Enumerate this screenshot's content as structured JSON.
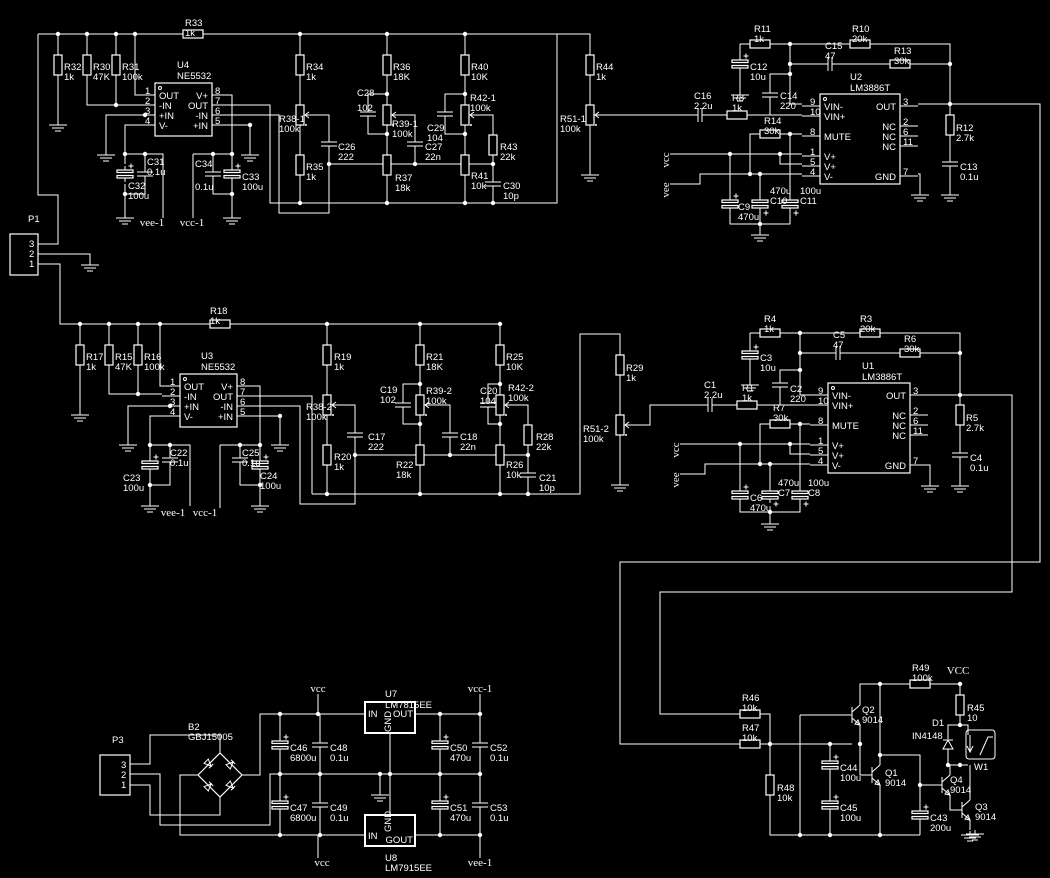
{
  "parts": [
    {
      "ref": "R33",
      "value": "1k"
    },
    {
      "ref": "R32",
      "value": "1k"
    },
    {
      "ref": "R30",
      "value": "47K"
    },
    {
      "ref": "R31",
      "value": "100k"
    },
    {
      "ref": "R34",
      "value": "1k"
    },
    {
      "ref": "R36",
      "value": "18K"
    },
    {
      "ref": "R40",
      "value": "10K"
    },
    {
      "ref": "R38-1",
      "value": "100k"
    },
    {
      "ref": "C26",
      "value": "222"
    },
    {
      "ref": "R35",
      "value": "1k"
    },
    {
      "ref": "C28",
      "value": "102"
    },
    {
      "ref": "R39-1",
      "value": "100k"
    },
    {
      "ref": "C27",
      "value": "22n"
    },
    {
      "ref": "R37",
      "value": "18k"
    },
    {
      "ref": "C29",
      "value": "104"
    },
    {
      "ref": "R42-1",
      "value": "100k"
    },
    {
      "ref": "R43",
      "value": "22k"
    },
    {
      "ref": "R41",
      "value": "10k"
    },
    {
      "ref": "C30",
      "value": "10p"
    },
    {
      "ref": "C31",
      "value": "0.1u"
    },
    {
      "ref": "C32",
      "value": "100u"
    },
    {
      "ref": "C34",
      "value": "0.1u"
    },
    {
      "ref": "C33",
      "value": "100u"
    },
    {
      "ref": "R44",
      "value": "1k"
    },
    {
      "ref": "R51-1",
      "value": "100k"
    },
    {
      "ref": "C16",
      "value": "2.2u"
    },
    {
      "ref": "R8",
      "value": "1k"
    },
    {
      "ref": "R11",
      "value": "1k"
    },
    {
      "ref": "C12",
      "value": "10u"
    },
    {
      "ref": "R10",
      "value": "20k"
    },
    {
      "ref": "C15",
      "value": "47"
    },
    {
      "ref": "R13",
      "value": "30k"
    },
    {
      "ref": "C14",
      "value": "220"
    },
    {
      "ref": "R14",
      "value": "30k"
    },
    {
      "ref": "C9",
      "value": "470u"
    },
    {
      "ref": "C10",
      "value": "470u"
    },
    {
      "ref": "C11",
      "value": "100u"
    },
    {
      "ref": "R12",
      "value": "2.7k"
    },
    {
      "ref": "C13",
      "value": "0.1u"
    },
    {
      "ref": "R18",
      "value": "1k"
    },
    {
      "ref": "R17",
      "value": "1k"
    },
    {
      "ref": "R15",
      "value": "47K"
    },
    {
      "ref": "R16",
      "value": "100k"
    },
    {
      "ref": "R19",
      "value": "1k"
    },
    {
      "ref": "R21",
      "value": "18K"
    },
    {
      "ref": "R25",
      "value": "10K"
    },
    {
      "ref": "R38-2",
      "value": "100k"
    },
    {
      "ref": "C17",
      "value": "222"
    },
    {
      "ref": "R20",
      "value": "1k"
    },
    {
      "ref": "C19",
      "value": "102"
    },
    {
      "ref": "R39-2",
      "value": "100k"
    },
    {
      "ref": "C18",
      "value": "22n"
    },
    {
      "ref": "R22",
      "value": "18k"
    },
    {
      "ref": "C20",
      "value": "104"
    },
    {
      "ref": "R42-2",
      "value": "100k"
    },
    {
      "ref": "R28",
      "value": "22k"
    },
    {
      "ref": "R26",
      "value": "10k"
    },
    {
      "ref": "C21",
      "value": "10p"
    },
    {
      "ref": "C22",
      "value": "0.1u"
    },
    {
      "ref": "C23",
      "value": "100u"
    },
    {
      "ref": "C25",
      "value": "0.1u"
    },
    {
      "ref": "C24",
      "value": "100u"
    },
    {
      "ref": "R29",
      "value": "1k"
    },
    {
      "ref": "R51-2",
      "value": "100k"
    },
    {
      "ref": "C1",
      "value": "2.2u"
    },
    {
      "ref": "R1",
      "value": "1k"
    },
    {
      "ref": "R4",
      "value": "1k"
    },
    {
      "ref": "C3",
      "value": "10u"
    },
    {
      "ref": "R3",
      "value": "20k"
    },
    {
      "ref": "C5",
      "value": "47"
    },
    {
      "ref": "R6",
      "value": "30k"
    },
    {
      "ref": "C2",
      "value": "220"
    },
    {
      "ref": "R7",
      "value": "30k"
    },
    {
      "ref": "C6",
      "value": "470u"
    },
    {
      "ref": "C7",
      "value": "470u"
    },
    {
      "ref": "C8",
      "value": "100u"
    },
    {
      "ref": "R5",
      "value": "2.7k"
    },
    {
      "ref": "C4",
      "value": "0.1u"
    },
    {
      "ref": "C46",
      "value": "6800u"
    },
    {
      "ref": "C48",
      "value": "0.1u"
    },
    {
      "ref": "C47",
      "value": "6800u"
    },
    {
      "ref": "C49",
      "value": "0.1u"
    },
    {
      "ref": "C50",
      "value": "470u"
    },
    {
      "ref": "C52",
      "value": "0.1u"
    },
    {
      "ref": "C51",
      "value": "470u"
    },
    {
      "ref": "C53",
      "value": "0.1u"
    },
    {
      "ref": "R49",
      "value": "100k"
    },
    {
      "ref": "R45",
      "value": "10"
    },
    {
      "ref": "R46",
      "value": "10k"
    },
    {
      "ref": "R47",
      "value": "10k"
    },
    {
      "ref": "R48",
      "value": "10k"
    },
    {
      "ref": "C44",
      "value": "100u"
    },
    {
      "ref": "C45",
      "value": "100u"
    },
    {
      "ref": "C43",
      "value": "200u"
    },
    {
      "ref": "Q1",
      "value": "9014"
    },
    {
      "ref": "Q2",
      "value": "9014"
    },
    {
      "ref": "Q3",
      "value": "9014"
    },
    {
      "ref": "Q4",
      "value": "9014"
    },
    {
      "ref": "D1",
      "value": "IN4148"
    },
    {
      "ref": "B2",
      "value": "GBJ15005"
    }
  ],
  "chips": [
    {
      "ref": "U4",
      "part": "NE5532",
      "left": [
        [
          "1",
          "OUT"
        ],
        [
          "2",
          "-IN"
        ],
        [
          "3",
          "+IN"
        ],
        [
          "4",
          "V-"
        ]
      ],
      "right": [
        [
          "8",
          "V+"
        ],
        [
          "7",
          "OUT"
        ],
        [
          "6",
          "-IN"
        ],
        [
          "5",
          "+IN"
        ]
      ]
    },
    {
      "ref": "U3",
      "part": "NE5532",
      "left": [
        [
          "1",
          "OUT"
        ],
        [
          "2",
          "-IN"
        ],
        [
          "3",
          "+IN"
        ],
        [
          "4",
          "V-"
        ]
      ],
      "right": [
        [
          "8",
          "V+"
        ],
        [
          "7",
          "OUT"
        ],
        [
          "6",
          "-IN"
        ],
        [
          "5",
          "+IN"
        ]
      ]
    },
    {
      "ref": "U2",
      "part": "LM3886T",
      "left": [
        [
          "9",
          "VIN-"
        ],
        [
          "10",
          "VIN+"
        ],
        [
          "",
          ""
        ],
        [
          "8",
          "MUTE"
        ],
        [
          "",
          ""
        ],
        [
          "1",
          "V+"
        ],
        [
          "5",
          "V+"
        ],
        [
          "4",
          "V-"
        ]
      ],
      "right": [
        [
          "3",
          "OUT"
        ],
        [
          "",
          ""
        ],
        [
          "2",
          "NC"
        ],
        [
          "6",
          "NC"
        ],
        [
          "11",
          "NC"
        ],
        [
          "",
          ""
        ],
        [
          "",
          ""
        ],
        [
          "7",
          "GND"
        ]
      ]
    },
    {
      "ref": "U1",
      "part": "LM3886T",
      "left": [
        [
          "9",
          "VIN-"
        ],
        [
          "10",
          "VIN+"
        ],
        [
          "",
          ""
        ],
        [
          "8",
          "MUTE"
        ],
        [
          "",
          ""
        ],
        [
          "1",
          "V+"
        ],
        [
          "5",
          "V+"
        ],
        [
          "4",
          "V-"
        ]
      ],
      "right": [
        [
          "3",
          "OUT"
        ],
        [
          "",
          ""
        ],
        [
          "2",
          "NC"
        ],
        [
          "6",
          "NC"
        ],
        [
          "11",
          "NC"
        ],
        [
          "",
          ""
        ],
        [
          "",
          ""
        ],
        [
          "7",
          "GND"
        ]
      ]
    },
    {
      "ref": "U7",
      "part": "LM7815EE",
      "in": "IN",
      "gnd": "GND",
      "out": "OUT"
    },
    {
      "ref": "U8",
      "part": "LM7915EE",
      "in": "IN",
      "gnd": "GND",
      "out": "GOUT"
    }
  ],
  "connectors": [
    {
      "ref": "P1",
      "pins": [
        "3",
        "2",
        "1"
      ]
    },
    {
      "ref": "P3",
      "pins": [
        "3",
        "2",
        "1"
      ]
    },
    {
      "ref": "W1"
    }
  ],
  "nets": [
    "vee-1",
    "vcc-1",
    "vcc",
    "vee",
    "vee-1",
    "vcc-1",
    "vcc",
    "vee",
    "vcc",
    "vcc-1",
    "vcc",
    "vee-1",
    "VCC"
  ]
}
